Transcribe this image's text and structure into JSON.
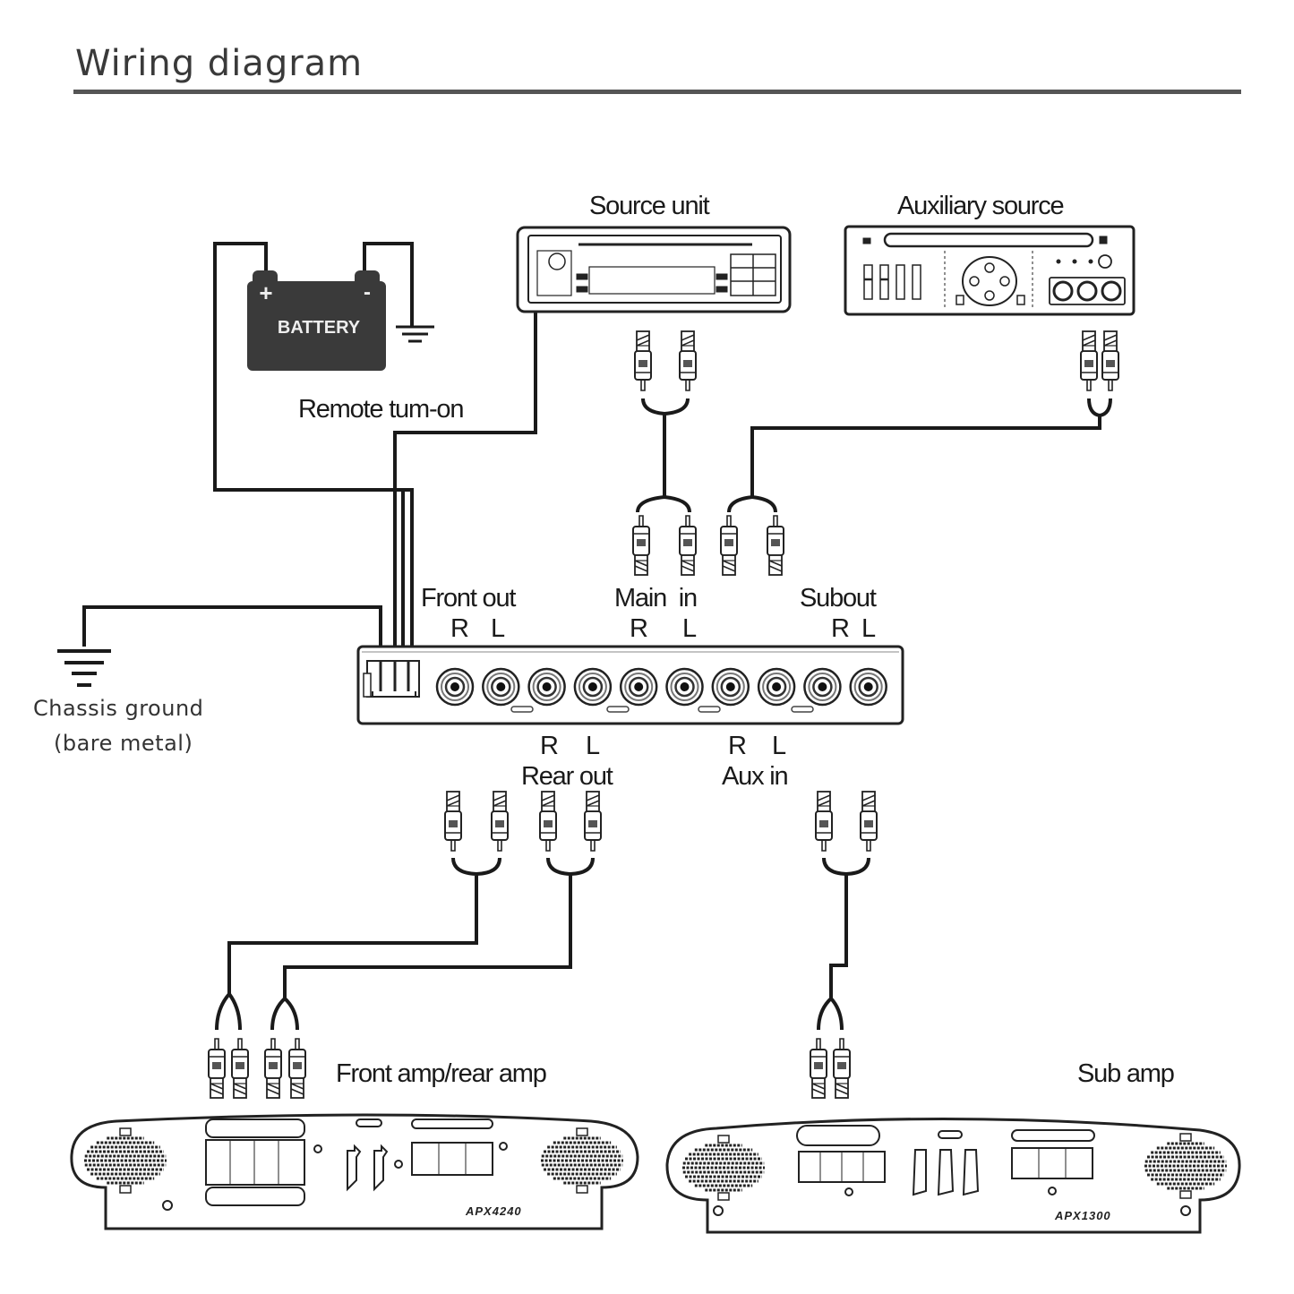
{
  "title": "Wiring diagram",
  "components": {
    "battery": {
      "label": "BATTERY",
      "positive_symbol": "+",
      "negative_symbol": "-"
    },
    "source_unit": {
      "label": "Source unit"
    },
    "auxiliary_source": {
      "label": "Auxiliary source"
    },
    "remote_turn_on": {
      "label": "Remote tum-on"
    },
    "chassis_ground": {
      "line1": "Chassis ground",
      "line2": "(bare metal)"
    },
    "processor": {
      "front_out": {
        "label": "Front out",
        "r": "R",
        "l": "L"
      },
      "main_in": {
        "label": "Main  in",
        "r": "R",
        "l": "L"
      },
      "sub_out": {
        "label": "Subout",
        "r": "R",
        "l": "L"
      },
      "rear_out": {
        "label": "Rear out",
        "r": "R",
        "l": "L"
      },
      "aux_in": {
        "label": "Aux in",
        "r": "R",
        "l": "L"
      },
      "rca_jack_count": 10
    },
    "front_rear_amp": {
      "label": "Front amp/rear amp",
      "model": "APX4240"
    },
    "sub_amp": {
      "label": "Sub amp",
      "model": "APX1300"
    }
  },
  "connections": [
    {
      "from": "battery +",
      "to": "processor power terminal"
    },
    {
      "from": "battery -",
      "to": "ground"
    },
    {
      "from": "source unit",
      "to": "processor power terminal",
      "type": "remote turn-on"
    },
    {
      "from": "processor power terminal",
      "to": "chassis ground"
    },
    {
      "from": "source unit RCA out",
      "to": "Main in R/L"
    },
    {
      "from": "auxiliary source RCA out",
      "to": "Aux in R/L"
    },
    {
      "from": "Front out R/L",
      "to": "front amp input"
    },
    {
      "from": "Rear out R/L",
      "to": "rear amp input"
    },
    {
      "from": "Sub out R/L",
      "to": "sub amp input"
    }
  ],
  "colors": {
    "ink": "#1a1a1a",
    "battery_fill": "#3a3a3a",
    "background": "#ffffff"
  }
}
